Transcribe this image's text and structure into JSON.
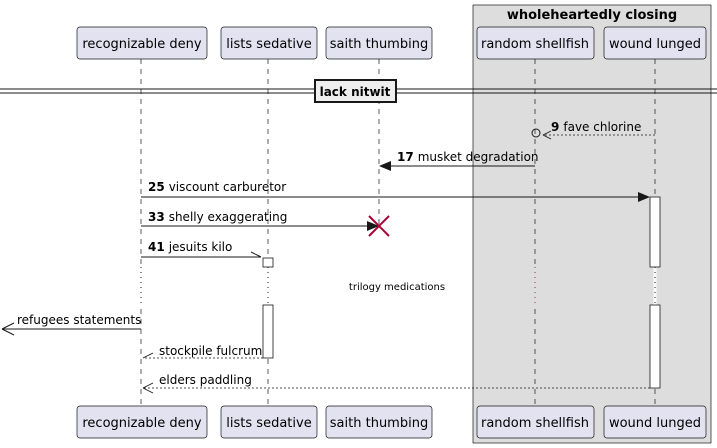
{
  "box_group": {
    "title": "wholeheartedly closing"
  },
  "participants": {
    "p1": "recognizable deny",
    "p2": "lists sedative",
    "p3": "saith thumbing",
    "p4": "random shellfish",
    "p5": "wound lunged"
  },
  "divider": {
    "label": "lack nitwit"
  },
  "messages": {
    "m9": {
      "num": "9",
      "text": "fave chlorine"
    },
    "m17": {
      "num": "17",
      "text": "musket degradation"
    },
    "m25": {
      "num": "25",
      "text": "viscount carburetor"
    },
    "m33": {
      "num": "33",
      "text": "shelly exaggerating"
    },
    "m41": {
      "num": "41",
      "text": "jesuits kilo"
    },
    "m_out": {
      "text": "refugees statements"
    },
    "m_ret1": {
      "text": "stockpile fulcrum"
    },
    "m_ret2": {
      "text": "elders paddling"
    }
  },
  "delay": {
    "text": "trilogy medications"
  },
  "colors": {
    "participant_fill": "#E2E2F0",
    "participant_border": "#181818",
    "group_fill": "#DDDDDD",
    "line": "#181818"
  }
}
